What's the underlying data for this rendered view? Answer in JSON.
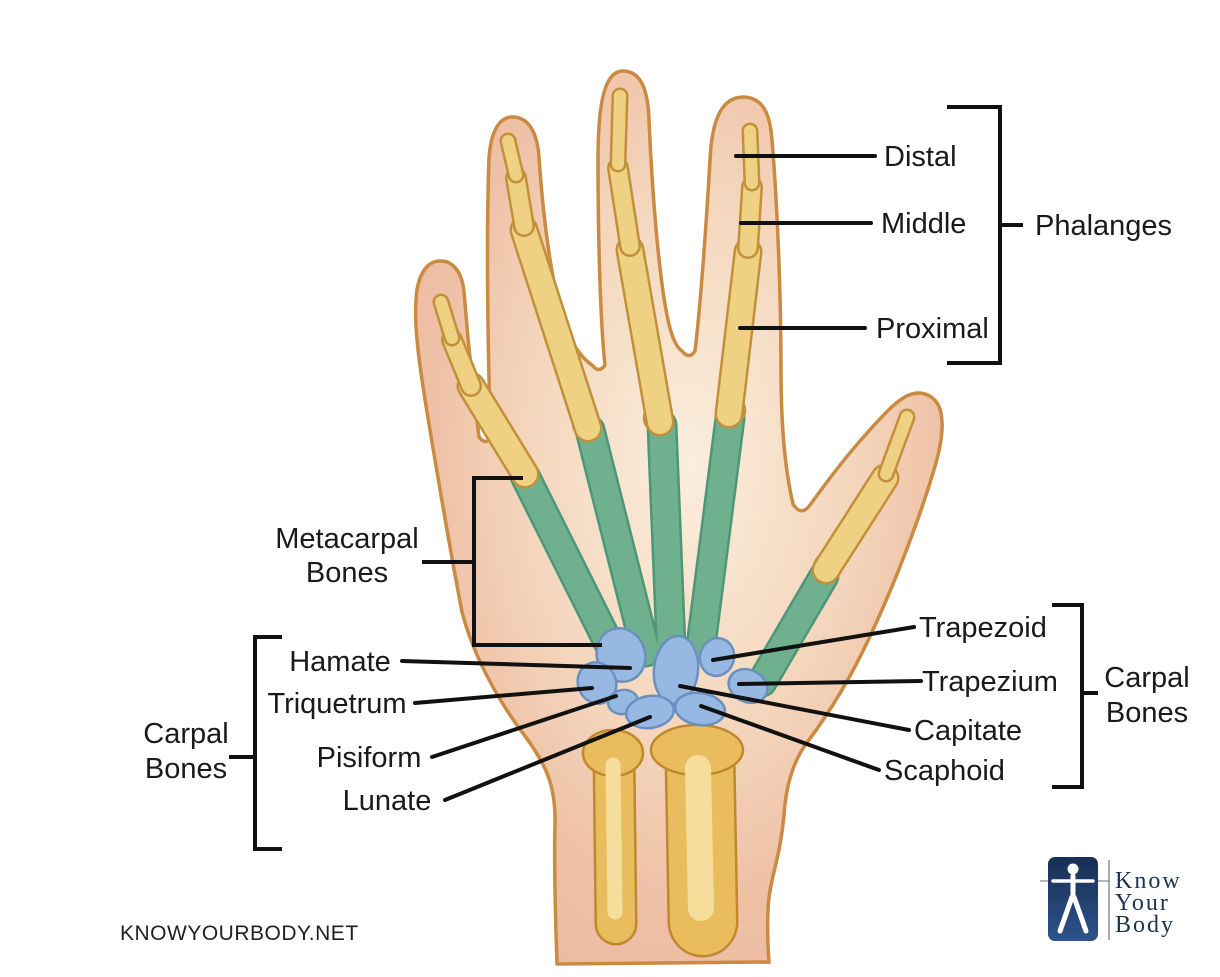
{
  "labels": {
    "distal": "Distal",
    "middle": "Middle",
    "proximal": "Proximal",
    "phalanges_group": "Phalanges",
    "metacarpal": {
      "line1": "Metacarpal",
      "line2": "Bones"
    },
    "carpal_left": {
      "line1": "Carpal",
      "line2": "Bones"
    },
    "hamate": "Hamate",
    "triquetrum": "Triquetrum",
    "pisiform": "Pisiform",
    "lunate": "Lunate",
    "trapezoid": "Trapezoid",
    "trapezium": "Trapezium",
    "capitate": "Capitate",
    "scaphoid": "Scaphoid",
    "carpal_right": {
      "line1": "Carpal",
      "line2": "Bones"
    }
  },
  "watermark": "KNOWYOURBODY.NET",
  "logo": {
    "word1": "Know",
    "word2": "Your",
    "word3": "Body"
  },
  "colors": {
    "skin_edge": "#eec0a6",
    "skin_center": "#faeedd",
    "skin_outline": "#ca8a41",
    "phalanx_fill": "#efd183",
    "phalanx_outline": "#c2903a",
    "metacarpal_fill": "#6fb08f",
    "metacarpal_outline": "#4e9678",
    "carpal_fill": "#96b8e2",
    "carpal_outline": "#6b90bf",
    "forearm_fill": "#e9bd5e",
    "forearm_outline": "#c0882e",
    "label_text": "#1a1a1a",
    "logo_navy": "#1c3a67"
  }
}
